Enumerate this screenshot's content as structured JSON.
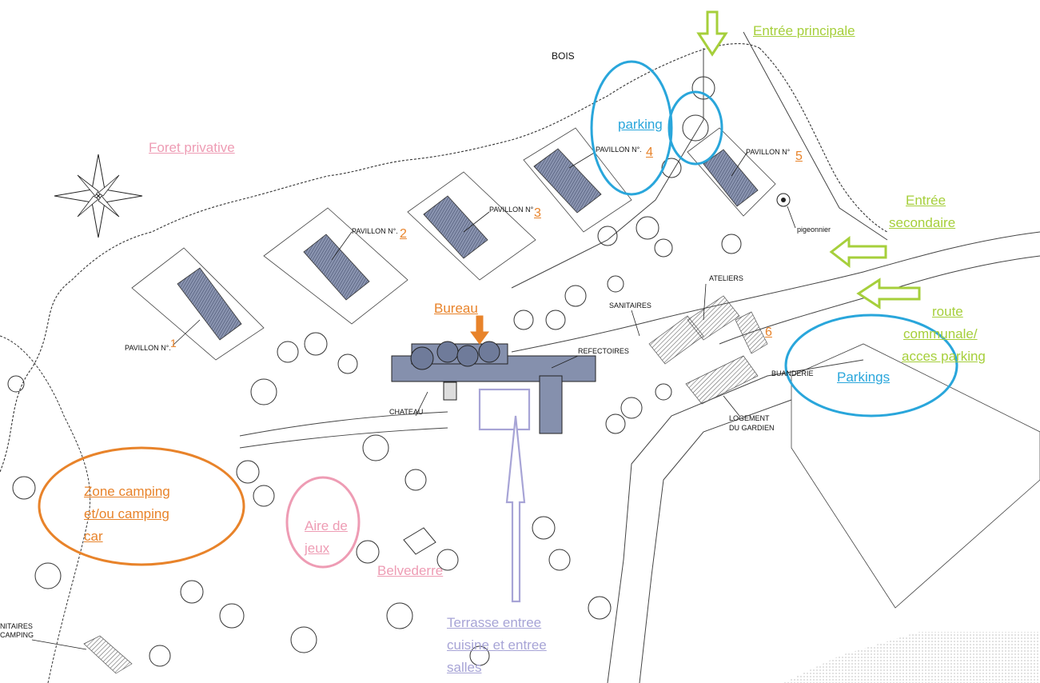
{
  "map": {
    "plan_labels": {
      "bois": "BOIS",
      "pavillon_1": "PAVILLON N°.",
      "pavillon_2": "PAVILLON N°.",
      "pavillon_3": "PAVILLON N°",
      "pavillon_4": "PAVILLON N°.",
      "pavillon_5": "PAVILLON N°",
      "pigeonnier": "pigeonnier",
      "sanitaires": "SANITAIRES",
      "ateliers": "ATELIERS",
      "refectoires": "REFECTOIRES",
      "chateau": "CHATEAU",
      "buanderie": "BUANDERIE",
      "logement_line1": "LOGEMENT",
      "logement_line2": "DU GARDIEN",
      "sanitaires_camping_line1": "NITAIRES",
      "sanitaires_camping_line2": "CAMPING"
    },
    "numbers": {
      "n1": "1",
      "n2": "2",
      "n3": "3",
      "n4": "4",
      "n5": "5",
      "n6": "6"
    },
    "annotations": {
      "entree_principale": "Entrée principale",
      "entree_secondaire_line1": "Entrée",
      "entree_secondaire_line2": "secondaire",
      "foret_privative": "Foret privative",
      "parking_top": "parking",
      "parkings": "Parkings",
      "route_line1": "route",
      "route_line2": "communale/",
      "route_line3": "acces parking",
      "bureau": "Bureau",
      "zone_camping_line1": "Zone camping",
      "zone_camping_line2": "et/ou camping",
      "zone_camping_line3": "car",
      "aire_jeux_line1": "Aire de",
      "aire_jeux_line2": "jeux",
      "belvedere": "Belvederre",
      "terrasse_line1": "Terrasse entree",
      "terrasse_line2": "cuisine et entree",
      "terrasse_line3": "salles"
    },
    "colors": {
      "orange": "#e8832a",
      "pink": "#ee9cb4",
      "green": "#a6cf3b",
      "blue": "#29a6db",
      "lavender": "#a7a4d6",
      "building_fill": "#7d88a8"
    },
    "icons": [
      "compass-rose-icon",
      "tree-icon",
      "arrow-icon"
    ]
  }
}
